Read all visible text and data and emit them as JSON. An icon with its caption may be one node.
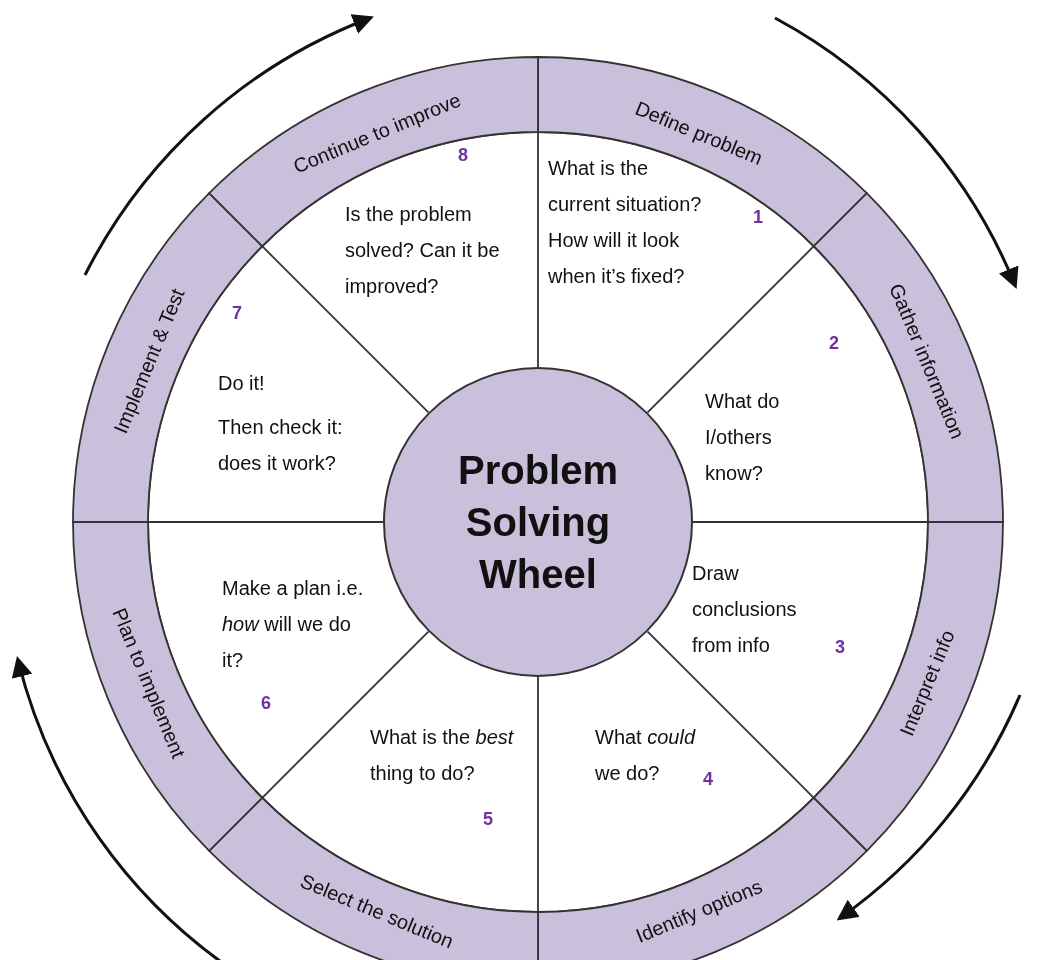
{
  "diagram": {
    "nodes": [
      {
        "text": [
          "Problem Solving Wheel"
        ]
      },
      {
        "text": [
          "Define problem"
        ]
      },
      {
        "text": [
          "Gather information"
        ]
      },
      {
        "text": [
          "Interpret info"
        ]
      },
      {
        "text": [
          "Identify options"
        ]
      },
      {
        "text": [
          "Select the solution"
        ]
      },
      {
        "text": [
          "Plan to implement"
        ]
      },
      {
        "text": [
          "Implement & Test"
        ]
      },
      {
        "text": [
          "Continue to improve"
        ]
      },
      {
        "text": [
          "What is the current situation? How will it look when it’s fixed?"
        ]
      },
      {
        "text": [
          "What do I/others know?"
        ]
      },
      {
        "text": [
          "Draw conclusions from info"
        ]
      },
      {
        "text": [
          "What *could* we do?"
        ]
      },
      {
        "text": [
          "What is the *best* thing to do?"
        ]
      },
      {
        "text": [
          "Make a plan i.e. *how* will we do it?"
        ]
      },
      {
        "text": [
          "Do it!",
          "Then check it: does it work?"
        ]
      },
      {
        "text": [
          "Is the problem solved? Can it be improved?"
        ]
      }
    ],
    "labels": [
      "8",
      "1",
      "7",
      "2",
      "3",
      "6",
      "4",
      "5"
    ]
  }
}
